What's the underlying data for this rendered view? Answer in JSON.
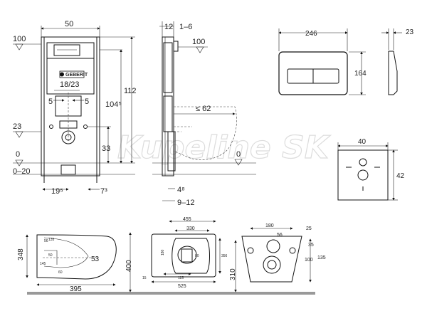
{
  "watermark": "Kupeline SK",
  "frame_view": {
    "width": "50",
    "height_top": "112",
    "height_axis": "104⁵",
    "pipe_range": "18/23",
    "pipe_offset_left": "5",
    "pipe_offset_right": "5",
    "inlet_height": "33",
    "level_100": "100",
    "level_23": "23",
    "level_0": "0",
    "level_neg": "0–20",
    "bottom_left": "19⁵",
    "bottom_right": "7³",
    "brand": "GEBERIT"
  },
  "side_view": {
    "top_depth": "12",
    "top_range": "1–6",
    "level_100": "100",
    "max_depth": "≤ 62",
    "level_0": "0",
    "bottom_offset": "4⁸",
    "bottom_range": "9–12"
  },
  "plate_front": {
    "width": "246",
    "height": "164"
  },
  "plate_side": {
    "depth": "23"
  },
  "soundproof_pad": {
    "width": "40",
    "height": "42"
  },
  "bowl_side": {
    "length": "395",
    "height": "348",
    "dim_56": "56",
    "dim_135": "135",
    "dim_53": "53",
    "dim_50": "50",
    "dim_60": "60",
    "dim_145": "145"
  },
  "bowl_top": {
    "width_outer": "455",
    "width_inner": "330",
    "length": "525",
    "dim_180": "180",
    "dim_80": "80",
    "dim_356": "356",
    "dim_115": "115",
    "dim_15": "15",
    "floor_height": "400"
  },
  "bowl_back": {
    "height": "310",
    "dim_180": "180",
    "dim_56": "56",
    "dim_25": "25",
    "dim_35": "35",
    "dim_100": "100",
    "dim_135": "135"
  }
}
